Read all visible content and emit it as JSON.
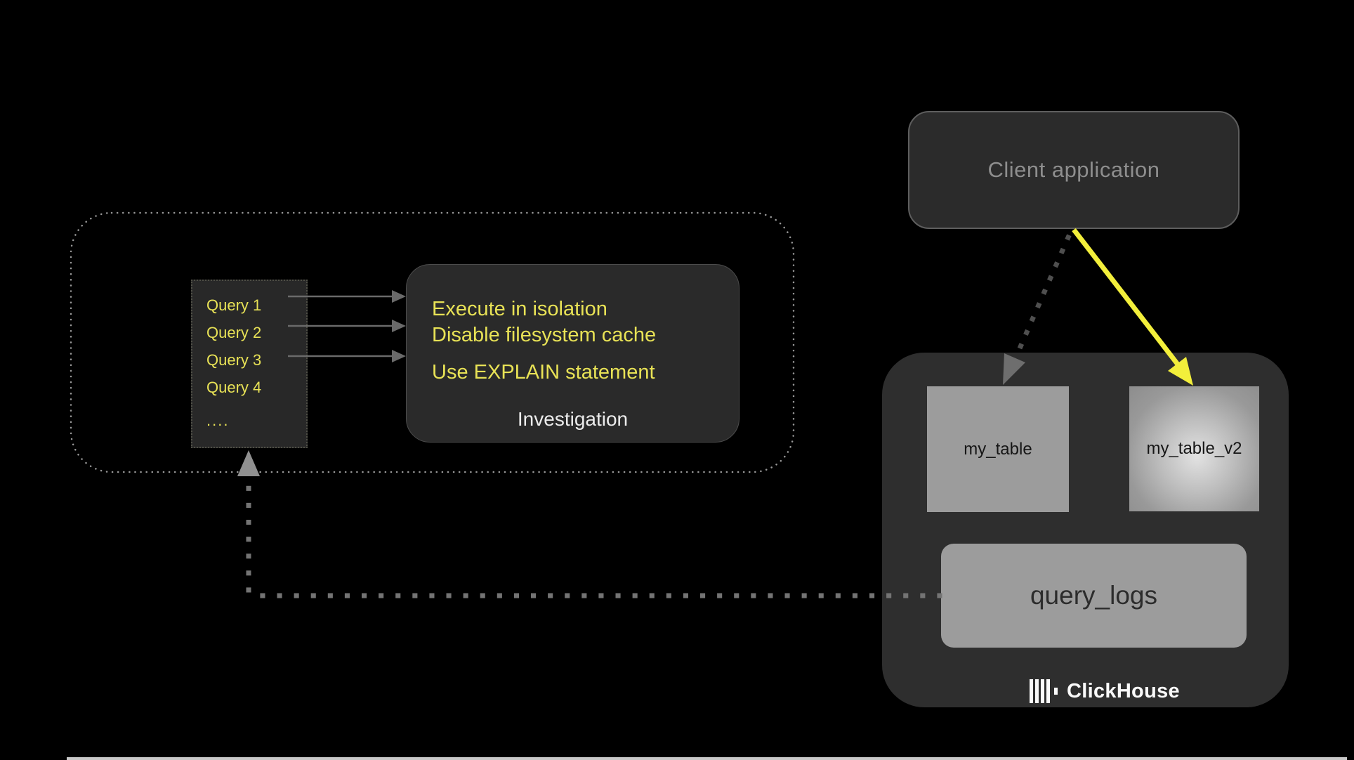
{
  "client_app": {
    "label": "Client application"
  },
  "investigation": {
    "queries": [
      "Query 1",
      "Query 2",
      "Query 3",
      "Query 4",
      "...."
    ],
    "tips": [
      "Execute in isolation",
      "Disable filesystem cache",
      "Use EXPLAIN statement"
    ],
    "label": "Investigation"
  },
  "clickhouse": {
    "table1": "my_table",
    "table2": "my_table_v2",
    "logs": "query_logs",
    "brand": "ClickHouse"
  },
  "colors": {
    "background": "#000000",
    "panel_dark": "#2b2b2b",
    "container_gray": "#2e2e2e",
    "box_gray": "#9c9c9c",
    "yellow_text": "#e8e256",
    "yellow_arrow": "#f3ef3b",
    "gray_arrow": "#6a6a6a",
    "diagonal_dots": "#4f4f4f",
    "diagonal_head": "#6e6e6e",
    "feedback_dots": "#747474",
    "feedback_head": "#909090",
    "region_dots": "#989898",
    "white_text": "#ececec",
    "muted_text": "#8e8e8e",
    "bottom_strip": "#c9c9c9"
  }
}
